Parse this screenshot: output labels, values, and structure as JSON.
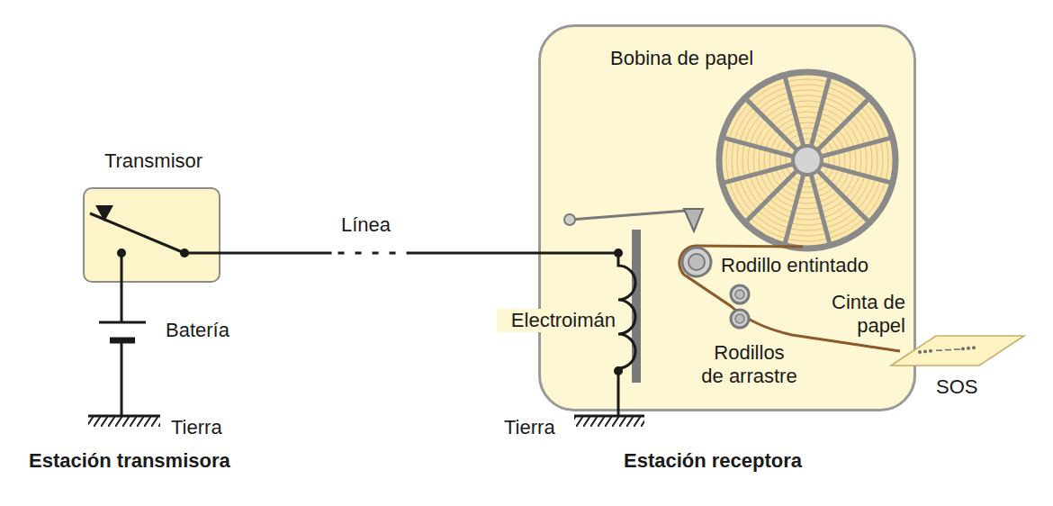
{
  "diagram": {
    "nodes": [
      {
        "text": [
          "Transmisor"
        ]
      },
      {
        "text": [
          "Bobina de papel",
          "Rodillo entintado",
          "Cinta de papel",
          "Rodillos de arrastre",
          "Electroimán"
        ]
      }
    ],
    "edges": [
      {
        "from": 0,
        "to": 1,
        "arrow": "none",
        "label": "Línea"
      }
    ],
    "labels": [
      "Batería",
      "Tierra",
      "Tierra",
      "Estación transmisora",
      "Estación receptora",
      "SOS"
    ]
  }
}
